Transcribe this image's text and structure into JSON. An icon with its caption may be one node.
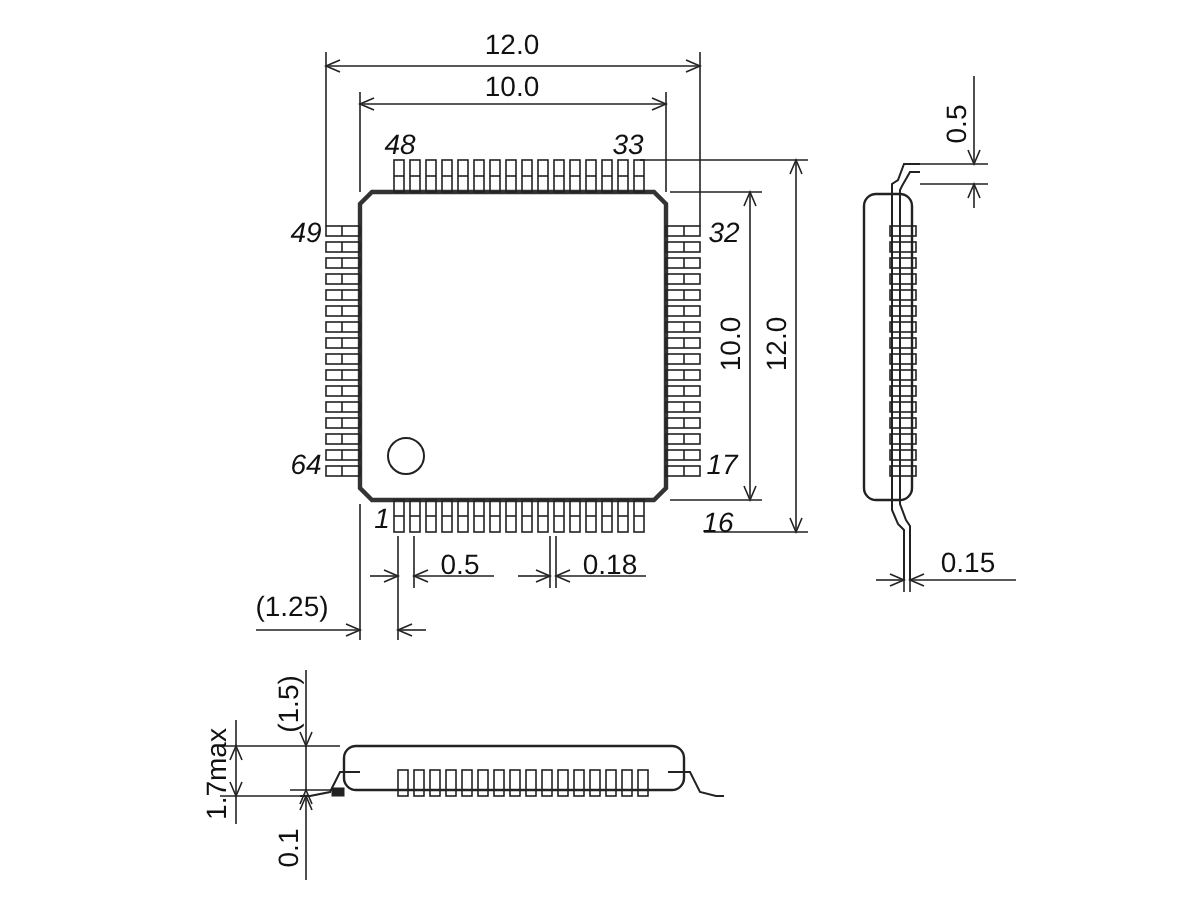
{
  "diagram": {
    "labels": [
      "12.0",
      "10.0",
      "48",
      "33",
      "0.5",
      "49",
      "32",
      "10.0",
      "12.0",
      "64",
      "17",
      "1",
      "16",
      "0.5",
      "0.18",
      "0.15",
      "(1.25)",
      "(1.5)",
      "1.7max",
      "0.1"
    ]
  }
}
